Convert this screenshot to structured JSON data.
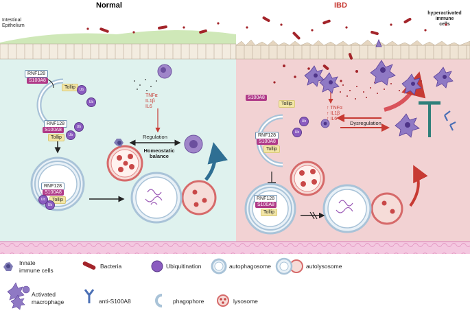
{
  "panels": {
    "normal_title": "Normal",
    "ibd_title": "IBD",
    "epithelium_label": "Intestinal\nEpithelium",
    "hyper_label": "hyperactivated\nimmune\ncells"
  },
  "proteins": {
    "rnf128": "RNF128",
    "s100a8": "S100A8",
    "tollip": "Tollip",
    "ub": "Ub"
  },
  "normal": {
    "cytokines": [
      "TNFα",
      "IL1β",
      "IL6"
    ],
    "regulation": "Regulation",
    "balance": "Homeostatic\nbalance"
  },
  "ibd": {
    "cytokines": [
      "↑ TNFα",
      "↑ IL1β",
      "↑ IL6"
    ],
    "dysregulation": "Dysregulation"
  },
  "legend": {
    "innate": "Innate\nimmune cells",
    "bacteria": "Bacteria",
    "ubiquitination": "Ubiquitination",
    "autophagosome": "autophagosome",
    "autolysosome": "autolysosome",
    "macrophage": "Activated\nmacrophage",
    "anti_s100a8": "anti-S100A8",
    "phagophore": "phagophore",
    "lysosome": "lysosome"
  },
  "colors": {
    "normal_bg": "#dff2ee",
    "ibd_bg": "#f2d2d3",
    "s100a8": "#b03a88",
    "tollip": "#f3e6a6",
    "ub": "#8b5cc0",
    "arrow_red": "#c73a33",
    "arrow_blue": "#2f6f93",
    "bacteria": "#a3242a"
  }
}
